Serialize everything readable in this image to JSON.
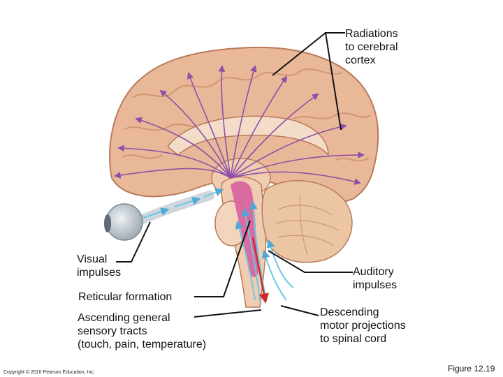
{
  "labels": {
    "radiations": "Radiations\nto cerebral\ncortex",
    "visual": "Visual\nimpulses",
    "reticular": "Reticular formation",
    "ascending": "Ascending general\nsensory tracts\n(touch, pain, temperature)",
    "auditory": "Auditory\nimpulses",
    "descending": "Descending\nmotor projections\nto spinal cord"
  },
  "copyright": "Copyright © 2010 Pearson Education, Inc.",
  "figure_number": "Figure 12.19",
  "colors": {
    "cortex": "#e9b898",
    "gyri_outline": "#b87a5a",
    "radiation_arrows": "#8e4fa8",
    "reticular_formation": "#d6599c",
    "sensory_arrows": "#6cc6e6",
    "motor_arrow": "#cc2a2a",
    "cerebellum": "#ecc6a4",
    "eye": "#b9c4cc"
  }
}
